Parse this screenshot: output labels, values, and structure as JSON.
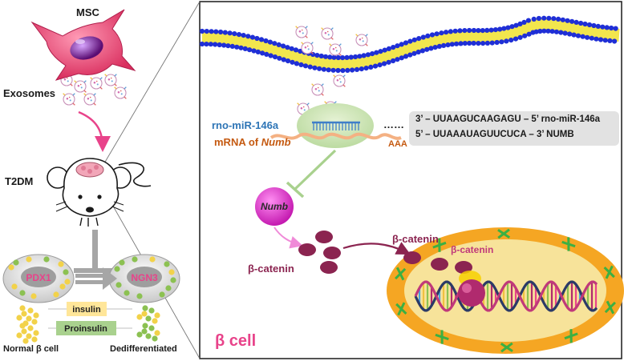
{
  "left_panel": {
    "msc_label": "MSC",
    "exosomes_label": "Exosomes",
    "t2dm_label": "T2DM",
    "pdx1_label": "PDX1",
    "ngn3_label": "NGN3",
    "insulin_label": "insulin",
    "proinsulin_label": "Proinsulin",
    "normal_cell_label": "Normal β cell",
    "dediff_label": "Dedifferentiated"
  },
  "right_panel": {
    "mirna_label": "rno-miR-146a",
    "mrna_prefix": "mRNA of ",
    "mrna_gene": "Numb",
    "polya_label": "AAA",
    "ellipsis": "……",
    "seq_line1": "3’ – UUAAGUCAAGAGU  – 5’ rno-miR-146a",
    "seq_line2": "5’ – UUAAAUAGUUCUCA  – 3’ NUMB",
    "numb_protein": "Numb",
    "beta_catenin_1": "β-catenin",
    "beta_catenin_2": "β-catenin",
    "beta_catenin_3": "β-catenin",
    "panel_label": "β cell"
  },
  "colors": {
    "membrane_head": "#1f2fd6",
    "membrane_tail": "#f2e64d",
    "msc_body": "#e8436f",
    "arrow_pink": "#e8438a",
    "catenin": "#8b2450",
    "label_blue": "#2e75b6",
    "label_orange": "#c55a11",
    "label_pink": "#e8438a",
    "nucleus_outer": "#f5a623",
    "nucleus_inner": "#f7e39a"
  }
}
